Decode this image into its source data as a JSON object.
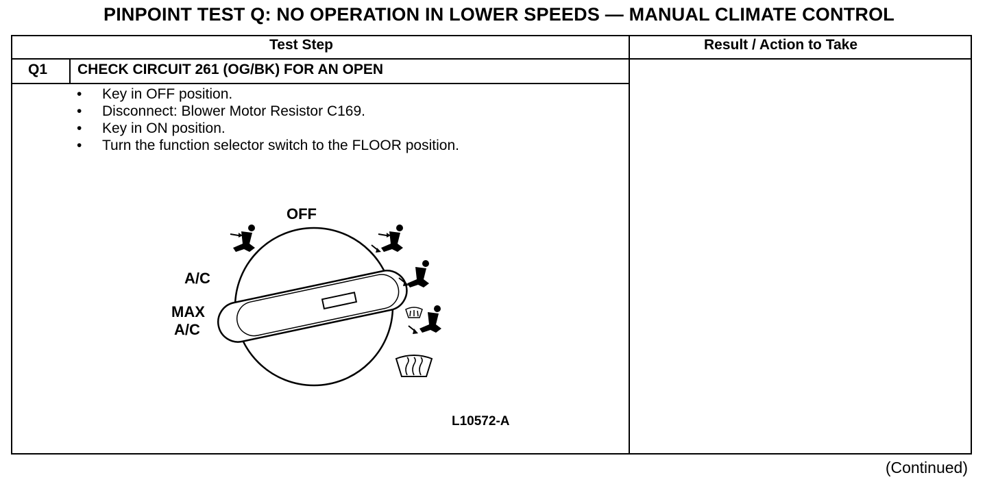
{
  "page": {
    "title": "PINPOINT TEST Q: NO OPERATION IN LOWER SPEEDS — MANUAL CLIMATE CONTROL",
    "continued": "(Continued)"
  },
  "table": {
    "headers": {
      "test_step": "Test Step",
      "result_action": "Result / Action to Take"
    },
    "step": {
      "id": "Q1",
      "title": "CHECK CIRCUIT 261 (OG/BK) FOR AN OPEN",
      "bullets": [
        "Key in OFF position.",
        "Disconnect: Blower Motor Resistor C169.",
        "Key in ON position.",
        "Turn the function selector switch to the FLOOR position."
      ]
    }
  },
  "figure": {
    "labels": {
      "off": "OFF",
      "ac": "A/C",
      "max_line1": "MAX",
      "max_line2": "A/C"
    },
    "figure_id": "L10572-A",
    "icons": [
      "panel-vent-icon",
      "panel-floor-icon",
      "floor-icon",
      "floor-defrost-icon",
      "defrost-icon"
    ]
  }
}
